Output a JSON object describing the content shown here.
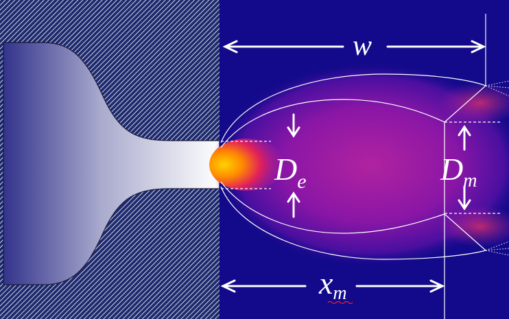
{
  "labels": {
    "width": "w",
    "exit_diameter_main": "D",
    "exit_diameter_sub": "e",
    "mach_diameter_main": "D",
    "mach_diameter_sub": "m",
    "mach_distance_main": "x",
    "mach_distance_sub": "m"
  },
  "colors": {
    "nozzle_fill_start": "#33338c",
    "nozzle_fill_end": "#ffffff",
    "hatch_background": "#1e2a6e",
    "hatch_line": "#ffffff",
    "plume_background": "#120a8a",
    "plume_core": "#ffd200",
    "annotation": "#ffffff"
  }
}
